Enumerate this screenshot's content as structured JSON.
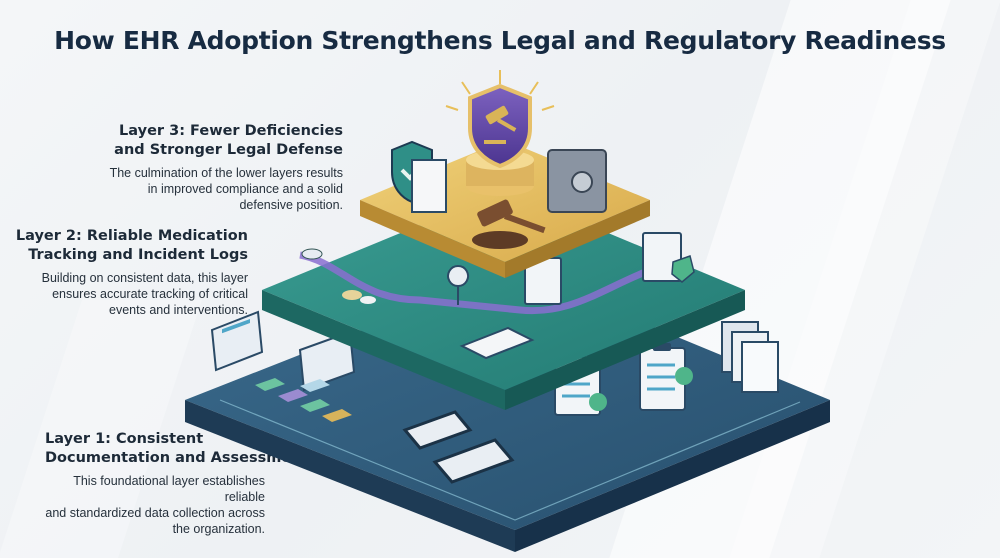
{
  "title": "How EHR Adoption Strengthens Legal and Regulatory Readiness",
  "layers": [
    {
      "heading_line1": "Layer 3: Fewer Deficiencies",
      "heading_line2": "and Stronger Legal Defense",
      "desc_line1": "The culmination of the lower layers results",
      "desc_line2": "in improved compliance and a solid",
      "desc_line3": "defensive position."
    },
    {
      "heading_line1": "Layer 2: Reliable Medication",
      "heading_line2": "Tracking and Incident Logs",
      "desc_line1": "Building on consistent data, this layer",
      "desc_line2": "ensures accurate tracking of critical",
      "desc_line3": "events and interventions."
    },
    {
      "heading_line1": "Layer 1: Consistent",
      "heading_line2": "Documentation and Assessments",
      "desc_line1": "This foundational layer establishes reliable",
      "desc_line2": "and standardized data collection across",
      "desc_line3": "the organization."
    }
  ],
  "colors": {
    "title": "#172b42",
    "layer1": "#2f5d7e",
    "layer2": "#2f8f87",
    "layer3": "#d9b457",
    "accent_purple": "#6a4fa8",
    "accent_green": "#4fb58a"
  },
  "icons": [
    "shield-check-icon",
    "gavel-icon",
    "safe-icon",
    "document-icon",
    "clipboard-checklist-icon",
    "pill-icon",
    "location-pin-icon",
    "tablet-icon",
    "monitor-icon"
  ]
}
